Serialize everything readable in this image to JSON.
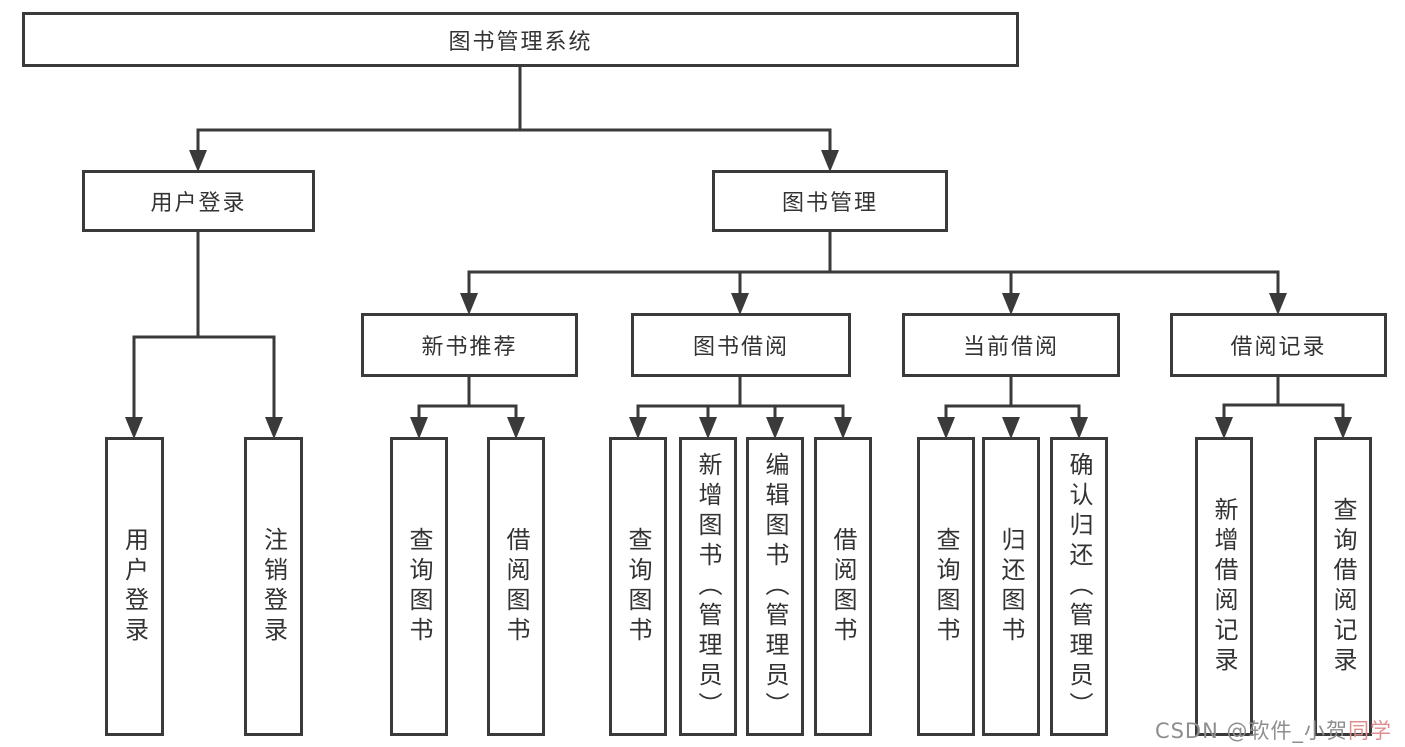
{
  "diagram_title": "图书管理系统",
  "tree": {
    "label": "图书管理系统",
    "children": [
      {
        "label": "用户登录",
        "children": [
          {
            "label": "用户登录"
          },
          {
            "label": "注销登录"
          }
        ]
      },
      {
        "label": "图书管理",
        "children": [
          {
            "label": "新书推荐",
            "children": [
              {
                "label": "查询图书"
              },
              {
                "label": "借阅图书"
              }
            ]
          },
          {
            "label": "图书借阅",
            "children": [
              {
                "label": "查询图书"
              },
              {
                "label": "新增图书（管理员）"
              },
              {
                "label": "编辑图书（管理员）"
              },
              {
                "label": "借阅图书"
              }
            ]
          },
          {
            "label": "当前借阅",
            "children": [
              {
                "label": "查询图书"
              },
              {
                "label": "归还图书"
              },
              {
                "label": "确认归还（管理员）"
              }
            ]
          },
          {
            "label": "借阅记录",
            "children": [
              {
                "label": "新增借阅记录"
              },
              {
                "label": "查询借阅记录"
              }
            ]
          }
        ]
      }
    ]
  },
  "watermark": {
    "full_text": "CSDN @软件_小贺同学",
    "prefix": "CSDN @软件_小贺",
    "suffix": "同学"
  },
  "colors": {
    "line": "#3a3a3a",
    "box_border": "#3a3a3a",
    "text": "#333333",
    "background": "#ffffff",
    "watermark_gray": "#8e8e8e",
    "watermark_pink": "#e08f8f"
  }
}
